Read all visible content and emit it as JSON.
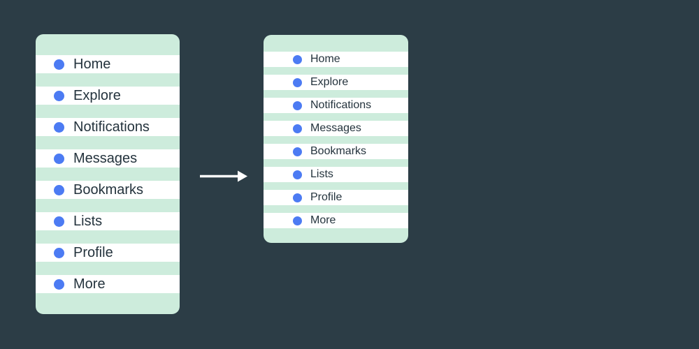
{
  "scene": {
    "description": "Before and after comparison of a navigation menu's vertical spacing",
    "background_color": "#2c3d46"
  },
  "colors": {
    "background": "#2c3d46",
    "panel": "#cdecdc",
    "row": "#ffffff",
    "bullet": "#4c7bf3",
    "text": "#24333d",
    "arrow": "#ffffff"
  },
  "panels": {
    "before": {
      "items": [
        "Home",
        "Explore",
        "Notifications",
        "Messages",
        "Bookmarks",
        "Lists",
        "Profile",
        "More"
      ]
    },
    "after": {
      "items": [
        "Home",
        "Explore",
        "Notifications",
        "Messages",
        "Bookmarks",
        "Lists",
        "Profile",
        "More"
      ]
    }
  },
  "arrow": {
    "icon": "right-arrow",
    "direction": "right"
  }
}
